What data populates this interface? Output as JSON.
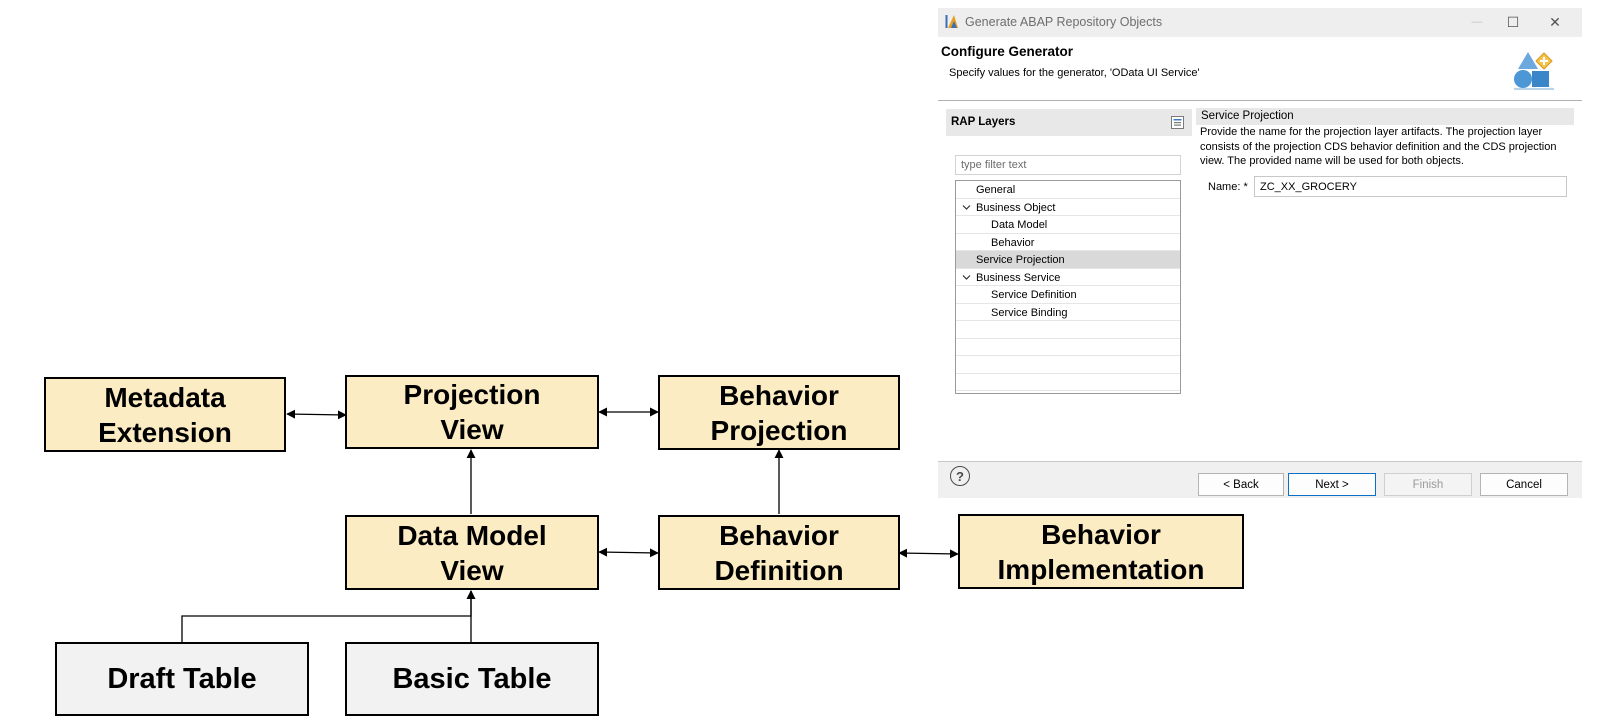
{
  "diagram": {
    "boxes": {
      "metadata_extension": "Metadata\nExtension",
      "projection_view": "Projection\nView",
      "behavior_projection": "Behavior\nProjection",
      "data_model_view": "Data Model\nView",
      "behavior_definition": "Behavior\nDefinition",
      "behavior_implementation": "Behavior\nImplementation",
      "draft_table": "Draft Table",
      "basic_table": "Basic Table"
    },
    "colors": {
      "layer_box": "#fcecc3",
      "table_box": "#f2f2f2"
    }
  },
  "dialog": {
    "window_title": "Generate ABAP Repository Objects",
    "window_controls": {
      "minimize": "—",
      "maximize": "☐",
      "close": "✕"
    },
    "header": {
      "title": "Configure Generator",
      "description": "Specify values for the generator, 'OData UI Service'"
    },
    "left_panel": {
      "title": "RAP Layers",
      "filter_placeholder": "type filter text",
      "tree": [
        {
          "label": "General",
          "level": 0,
          "expandable": false,
          "selected": false
        },
        {
          "label": "Business Object",
          "level": 0,
          "expandable": true,
          "selected": false
        },
        {
          "label": "Data Model",
          "level": 1,
          "expandable": false,
          "selected": false
        },
        {
          "label": "Behavior",
          "level": 1,
          "expandable": false,
          "selected": false
        },
        {
          "label": "Service Projection",
          "level": 0,
          "expandable": false,
          "selected": true
        },
        {
          "label": "Business Service",
          "level": 0,
          "expandable": true,
          "selected": false
        },
        {
          "label": "Service Definition",
          "level": 1,
          "expandable": false,
          "selected": false
        },
        {
          "label": "Service Binding",
          "level": 1,
          "expandable": false,
          "selected": false
        }
      ]
    },
    "right_panel": {
      "title": "Service Projection",
      "description": "Provide the name for the projection layer artifacts. The projection layer consists of the projection CDS behavior definition and the CDS projection view. The provided name will be used for both objects.",
      "name_label": "Name: *",
      "name_value": "ZC_XX_GROCERY"
    },
    "buttons": {
      "help": "?",
      "back": "< Back",
      "next": "Next >",
      "finish": "Finish",
      "cancel": "Cancel"
    },
    "colors": {
      "accent": "#0b6fc7"
    }
  }
}
